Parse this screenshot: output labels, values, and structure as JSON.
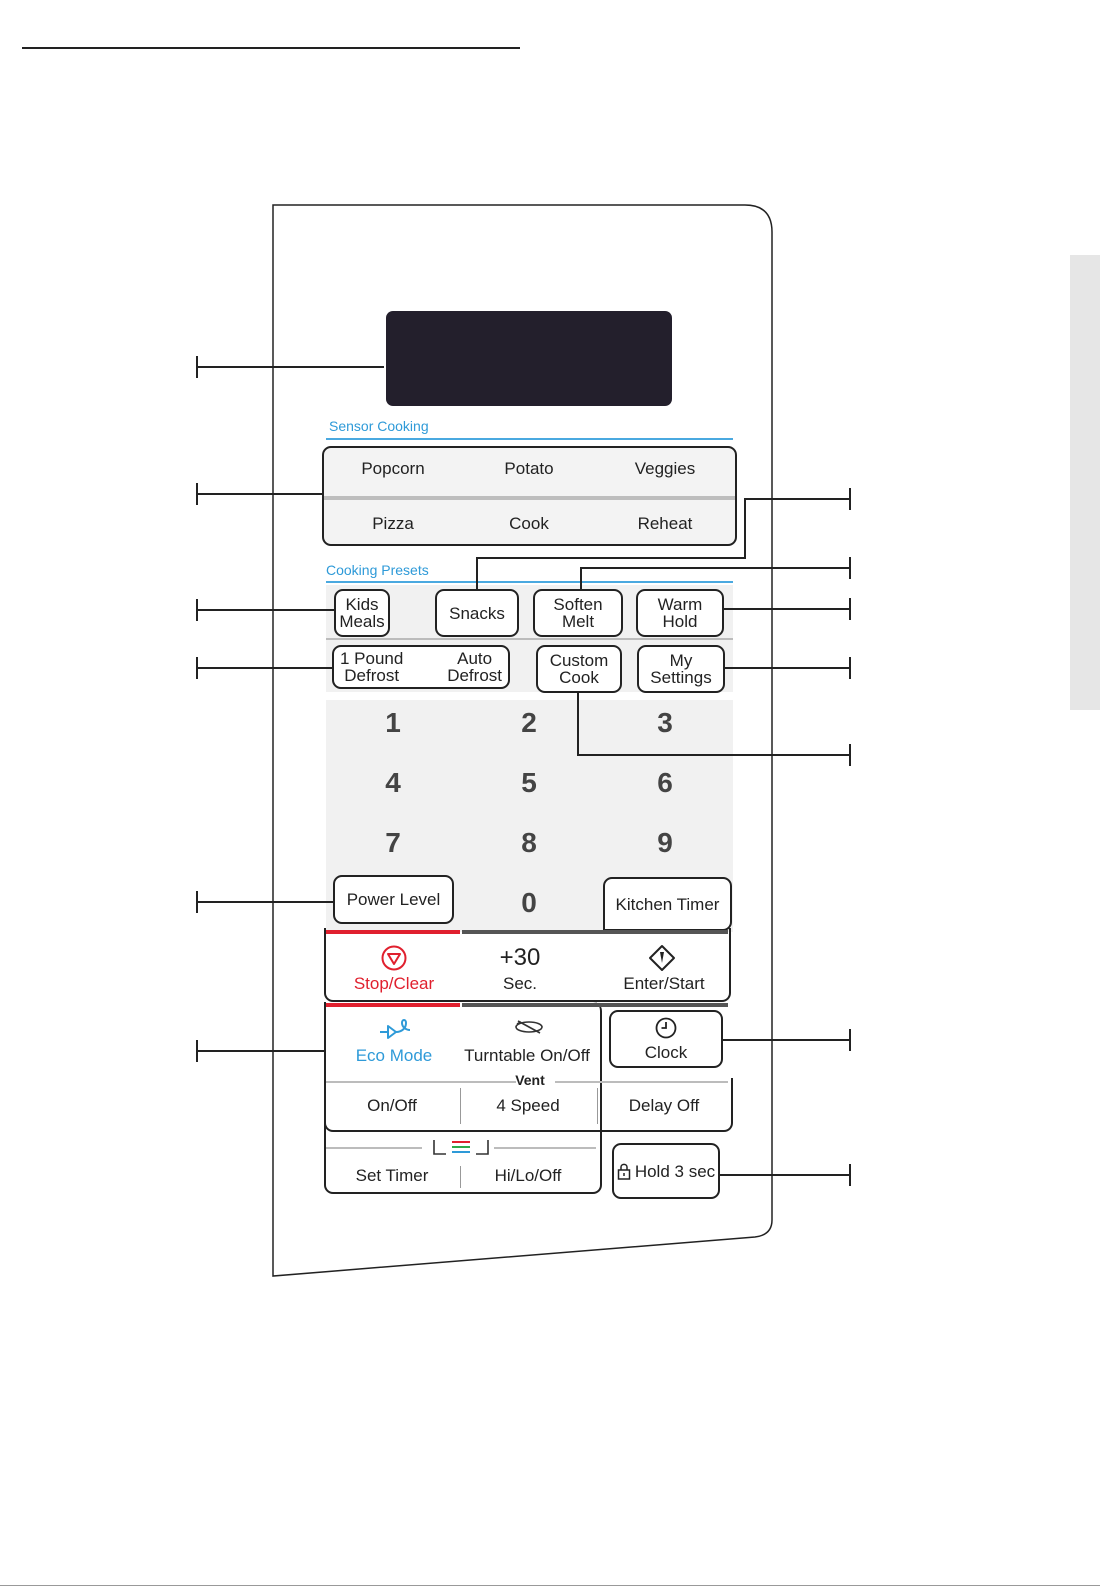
{
  "display": {
    "color": "#231f2c"
  },
  "sensor": {
    "label": "Sensor Cooking",
    "row1": [
      "Popcorn",
      "Potato",
      "Veggies"
    ],
    "row2": [
      "Pizza",
      "Cook",
      "Reheat"
    ]
  },
  "presets": {
    "label": "Cooking Presets",
    "kids_meals": [
      "Kids",
      "Meals"
    ],
    "snacks": "Snacks",
    "soften_melt": [
      "Soften",
      "Melt"
    ],
    "warm_hold": [
      "Warm",
      "Hold"
    ],
    "one_pound_defrost": [
      "1 Pound",
      "Defrost"
    ],
    "auto_defrost": [
      "Auto",
      "Defrost"
    ],
    "custom_cook": [
      "Custom",
      "Cook"
    ],
    "my_settings": [
      "My",
      "Settings"
    ]
  },
  "numpad": [
    "1",
    "2",
    "3",
    "4",
    "5",
    "6",
    "7",
    "8",
    "9",
    "0"
  ],
  "keys": {
    "power_level": "Power Level",
    "kitchen_timer": "Kitchen Timer",
    "stop_clear": "Stop/Clear",
    "plus30": "+30",
    "plus30_sub": "Sec.",
    "enter_start": "Enter/Start",
    "eco_mode": "Eco Mode",
    "turntable": "Turntable On/Off",
    "clock": "Clock",
    "vent_label": "Vent",
    "vent_onoff": "On/Off",
    "vent_speed": "4 Speed",
    "delay_off": "Delay Off",
    "set_timer": "Set Timer",
    "hi_lo_off": "Hi/Lo/Off",
    "hold": "Hold 3 sec"
  },
  "colors": {
    "accent_blue": "#2e9ad8",
    "stop_red": "#e0202e",
    "dark_gray": "#555555"
  }
}
